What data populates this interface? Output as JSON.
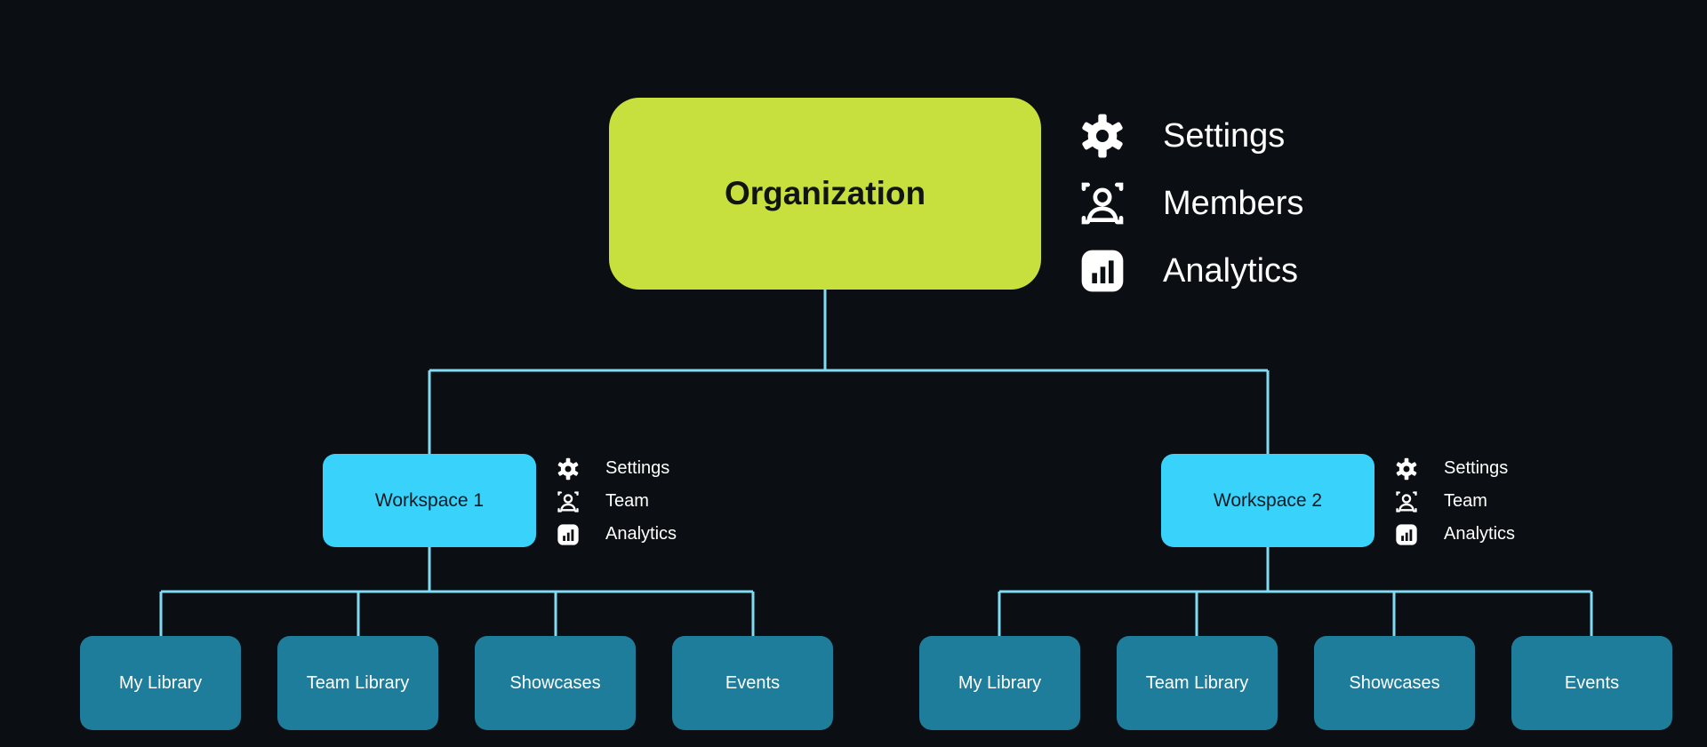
{
  "colors": {
    "background": "#0b0e12",
    "connector": "#7fdcf2",
    "organization": "#c8e03d",
    "workspace": "#38d2fb",
    "section": "#1e7d9b",
    "menu_text": "#ffffff"
  },
  "organization": {
    "label": "Organization",
    "menu": [
      {
        "icon": "gear-icon",
        "label": "Settings"
      },
      {
        "icon": "members-icon",
        "label": "Members"
      },
      {
        "icon": "analytics-icon",
        "label": "Analytics"
      }
    ]
  },
  "workspaces": [
    {
      "label": "Workspace 1",
      "menu": [
        {
          "icon": "gear-icon",
          "label": "Settings"
        },
        {
          "icon": "team-icon",
          "label": "Team"
        },
        {
          "icon": "analytics-icon",
          "label": "Analytics"
        }
      ],
      "children": [
        "My Library",
        "Team Library",
        "Showcases",
        "Events"
      ]
    },
    {
      "label": "Workspace 2",
      "menu": [
        {
          "icon": "gear-icon",
          "label": "Settings"
        },
        {
          "icon": "team-icon",
          "label": "Team"
        },
        {
          "icon": "analytics-icon",
          "label": "Analytics"
        }
      ],
      "children": [
        "My Library",
        "Team Library",
        "Showcases",
        "Events"
      ]
    }
  ]
}
